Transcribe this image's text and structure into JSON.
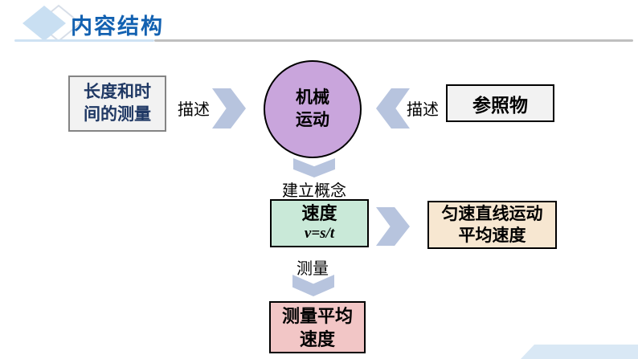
{
  "header": {
    "title": "内容结构"
  },
  "diagram": {
    "left_box": {
      "lines": [
        "长度和时",
        "间的测量"
      ]
    },
    "describe_left_label": "描述",
    "center_circle": {
      "lines": [
        "机械",
        "运动"
      ]
    },
    "describe_right_label": "描述",
    "reference_box_label": "参照物",
    "build_concept_label": "建立概念",
    "speed_box": {
      "title": "速度",
      "formula": "v=s/t"
    },
    "uniform_box": {
      "lines": [
        "匀速直线运动",
        "平均速度"
      ]
    },
    "measure_label": "测量",
    "measure_avg_box": {
      "lines": [
        "测量平均",
        "速度"
      ]
    }
  },
  "colors": {
    "title_blue": "#1261B1",
    "navy_text": "#1F3864",
    "arrow_blue": "#B7C4DE",
    "circle_purple": "#C9A5DC",
    "speed_green": "#C9E9D8",
    "uniform_tan": "#F7E7D1",
    "measure_pink": "#F2C6C6",
    "gray_box": "#F2F2F2",
    "underline_blue": "#CFE2F3",
    "underline_gray": "#BFBFBF",
    "corner_blue": "#D9E8F5"
  }
}
